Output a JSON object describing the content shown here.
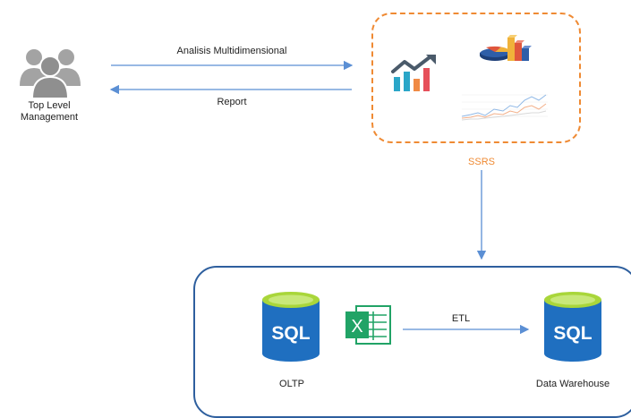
{
  "actor": {
    "label_line1": "Top Level",
    "label_line2": "Management",
    "icon": "users-group-icon"
  },
  "flows": {
    "request_label": "Analisis Multidimensional",
    "response_label": "Report",
    "etl_label": "ETL"
  },
  "ssrs": {
    "label": "SSRS",
    "icons": [
      "trend-bar-chart-icon",
      "3d-pie-bar-chart-icon",
      "line-chart-thumbnail-icon"
    ]
  },
  "data_layer": {
    "oltp": {
      "badge": "SQL",
      "label": "OLTP",
      "icon": "sql-database-icon"
    },
    "excel": {
      "icon": "excel-icon",
      "glyph": "X"
    },
    "warehouse": {
      "badge": "SQL",
      "label": "Data Warehouse",
      "icon": "sql-database-icon"
    }
  },
  "colors": {
    "arrow": "#5b8fd4",
    "ssrs_border": "#ef8a33",
    "ssrs_label": "#ef8a33",
    "container_border": "#2e5f9e",
    "sql_blue": "#1f6fc0",
    "sql_cap": "#a9d63a",
    "excel_green": "#21a366",
    "people_gray": "#a3a3a3"
  }
}
